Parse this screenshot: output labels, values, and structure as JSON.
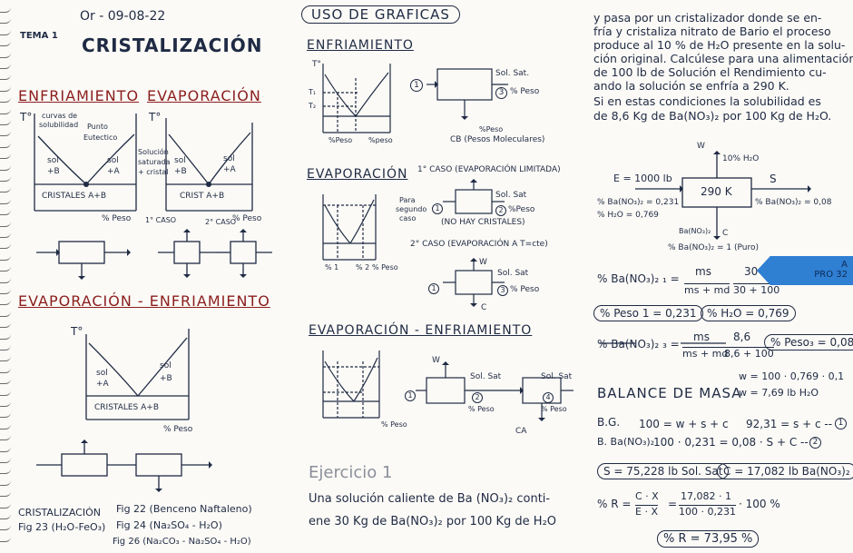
{
  "col1": {
    "date": "Or - 09-08-22",
    "tema": "TEMA 1",
    "title": "CRISTALIZACIÓN",
    "head_enfriamiento": "ENFRIAMIENTO",
    "head_evaporacion": "EVAPORACIÓN",
    "g1": {
      "t_label": "T°",
      "curvas": "curvas de",
      "solubilidad": "solubilidad",
      "punto": "Punto",
      "eutectico": "Eutectico",
      "sol_b": "sol",
      "plus_b": "+B",
      "sol_a": "sol",
      "plus_a": "+A",
      "cristales": "CRISTALES A+B",
      "peso": "% Peso",
      "solucion": "Solución",
      "saturada": "saturada",
      "cristal": "+ cristal"
    },
    "g2": {
      "t_label": "T°",
      "sol_b": "sol",
      "plus_b": "+B",
      "sol_a": "sol",
      "plus_a": "+A",
      "crist": "CRIST A+B",
      "caso1": "1° CASO",
      "caso2": "2° CASO",
      "peso": "% Peso"
    },
    "head_evap_enf": "EVAPORACIÓN - ENFRIAMIENTO",
    "g3": {
      "t_label": "T°",
      "sol_b": "sol",
      "plus_a": "+A",
      "sol_r": "sol",
      "plus_b": "+B",
      "cristales": "CRISTALES A+B",
      "peso": "% Peso"
    },
    "legend1": "CRISTALIZACIÓN",
    "legend2": "Fig 23 (H₂O-FeO₃)",
    "legend3": "Fig 22 (Benceno Naftaleno)",
    "legend4": "Fig 24 (Na₂SO₄ - H₂O)",
    "legend5": "Fig 26 (Na₂CO₃ - Na₂SO₄ - H₂O)"
  },
  "col2": {
    "head": "USO DE GRAFICAS",
    "enfriamiento": "ENFRIAMIENTO",
    "e_t": "T°",
    "e_t1": "T₁",
    "e_t2": "T₂",
    "e_x1": "%Peso",
    "e_x2": "%peso",
    "e_solsat": "Sol. Sat.",
    "e_n1": "1",
    "e_n3": "3",
    "e_peso3": "% Peso",
    "e_cb1": "%Peso",
    "e_cb2": "CB (Pesos Moleculares)",
    "evaporacion": "EVAPORACIÓN",
    "caso1": "1° CASO (EVAPORACIÓN LIMITADA)",
    "para1": "Para",
    "para2": "segundo",
    "para3": "caso",
    "v_solsat": "Sol. Sat",
    "v_n1": "1",
    "v_n2": "2",
    "v_peso": "%Peso",
    "no_hay": "(NO HAY CRISTALES)",
    "caso2": "2° CASO (EVAPORACIÓN A T=cte)",
    "c2_w": "W",
    "c2_solsat": "Sol. Sat",
    "c2_n1": "1",
    "c2_n3": "3",
    "c2_peso": "% Peso",
    "c2_c": "C",
    "v_x1": "% 1",
    "v_x2": "% 2",
    "v_x3": "% Peso",
    "evap_enf": "EVAPORACIÓN - ENFRIAMIENTO",
    "ee_w": "W",
    "ee_solsat1": "Sol. Sat",
    "ee_solsat2": "Sol. Sat",
    "ee_n1": "1",
    "ee_n2": "2",
    "ee_n4": "4",
    "ee_peso2": "% Peso",
    "ee_peso4": "% Peso",
    "ee_ca": "CA",
    "ee_x": "% Peso",
    "ejercicio": "Ejercicio 1",
    "prob1": "Una solución caliente de Ba (NO₃)₂ conti-",
    "prob2": "ene 30 Kg de Ba(NO₃)₂ por 100 Kg de H₂O"
  },
  "col3": {
    "p1": "y pasa por un cristalizador donde se en-",
    "p2": "fría y cristaliza nitrato de Bario el proceso",
    "p3": "produce al 10 % de H₂O presente en la solu-",
    "p4": "ción original. Calcúlese para una alimentación",
    "p5": "de 100 lb de Solución el Rendimiento cu-",
    "p6": "ando la solución se enfría a 290 K.",
    "p7": "Si en estas condiciones la solubilidad es",
    "p8": "de 8,6 Kg de Ba(NO₃)₂ por 100 Kg de H₂O.",
    "d_w": "W",
    "d_w_h2o": "10% H₂O",
    "d_e": "E = 1000 lb",
    "d_box": "290 K",
    "d_s": "S",
    "d_e_ba": "% Ba(NO₃)₂ = 0,231",
    "d_e_h2o": "% H₂O = 0,769",
    "d_s_ba": "% Ba(NO₃)₂ = 0,08",
    "d_c_label": "Ba(NO₃)₂",
    "d_c": "C",
    "d_c_pct": "% Ba(NO₃)₂ = 1 (Puro)",
    "eq1_lhs": "% Ba(NO₃)₂ ₁ =",
    "eq1_num": "ms",
    "eq1_den": "ms + md",
    "eq1_num2": "30",
    "eq1_den2": "30 + 100",
    "pill1": "% Peso 1 = 0,231",
    "pill2": "% H₂O = 0,769",
    "eq3_lhs": "% Ba(NO₃)₂ ₃ =",
    "eq3_num": "ms",
    "eq3_den": "ms + md",
    "eq3_num2": "8,6",
    "eq3_den2": "8,6 + 100",
    "pill3": "% Peso₃ = 0,08",
    "w_calc1": "w = 100 · 0,769 · 0,1",
    "w_calc2": "w = 7,69 lb H₂O",
    "balance": "BALANCE DE MASA",
    "bg_lhs": "B.G.",
    "bg_eq": "100 = w + s + c",
    "bg_eq2": "92,31 = s + c --",
    "bg_n": "1",
    "bb_lhs": "B. Ba(NO₃)₂",
    "bb_eq": "100 · 0,231 = 0,08 · S + C  --",
    "bb_n": "2",
    "pill_s": "S = 75,228 lb Sol. Sat",
    "pill_c": "C = 17,082 lb Ba(NO₃)₂",
    "r_lhs": "% R =",
    "r_num": "C · X",
    "r_den": "E · X",
    "r_eq": "=",
    "r_num2": "17,082 · 1",
    "r_den2": "100 · 0,231",
    "r_tail": "· 100 %",
    "r_result": "% R = 73,95 %"
  },
  "tab": {
    "line1": "A",
    "line2": "PRO 32"
  }
}
